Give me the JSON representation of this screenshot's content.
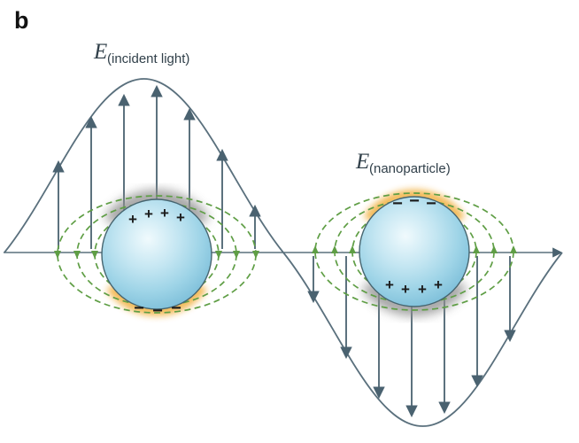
{
  "panel_label": "b",
  "labels": {
    "incident_light": {
      "symbol": "E",
      "subscript": "(incident light)"
    },
    "nanoparticle": {
      "symbol": "E",
      "subscript": "(nanoparticle)"
    }
  },
  "charges": {
    "plus": "+",
    "minus": "−"
  },
  "colors": {
    "wave_and_arrows": "#4a6270",
    "field_lines_green": "#5f9e45",
    "sphere_blue": "#8ecbe0",
    "sphere_stroke": "#47656f",
    "positive_glow_yellow": "#f2b64d",
    "electron_cloud_gray": "#8f8f8f",
    "charge_text": "#1b1b1b",
    "background": "#ffffff"
  }
}
